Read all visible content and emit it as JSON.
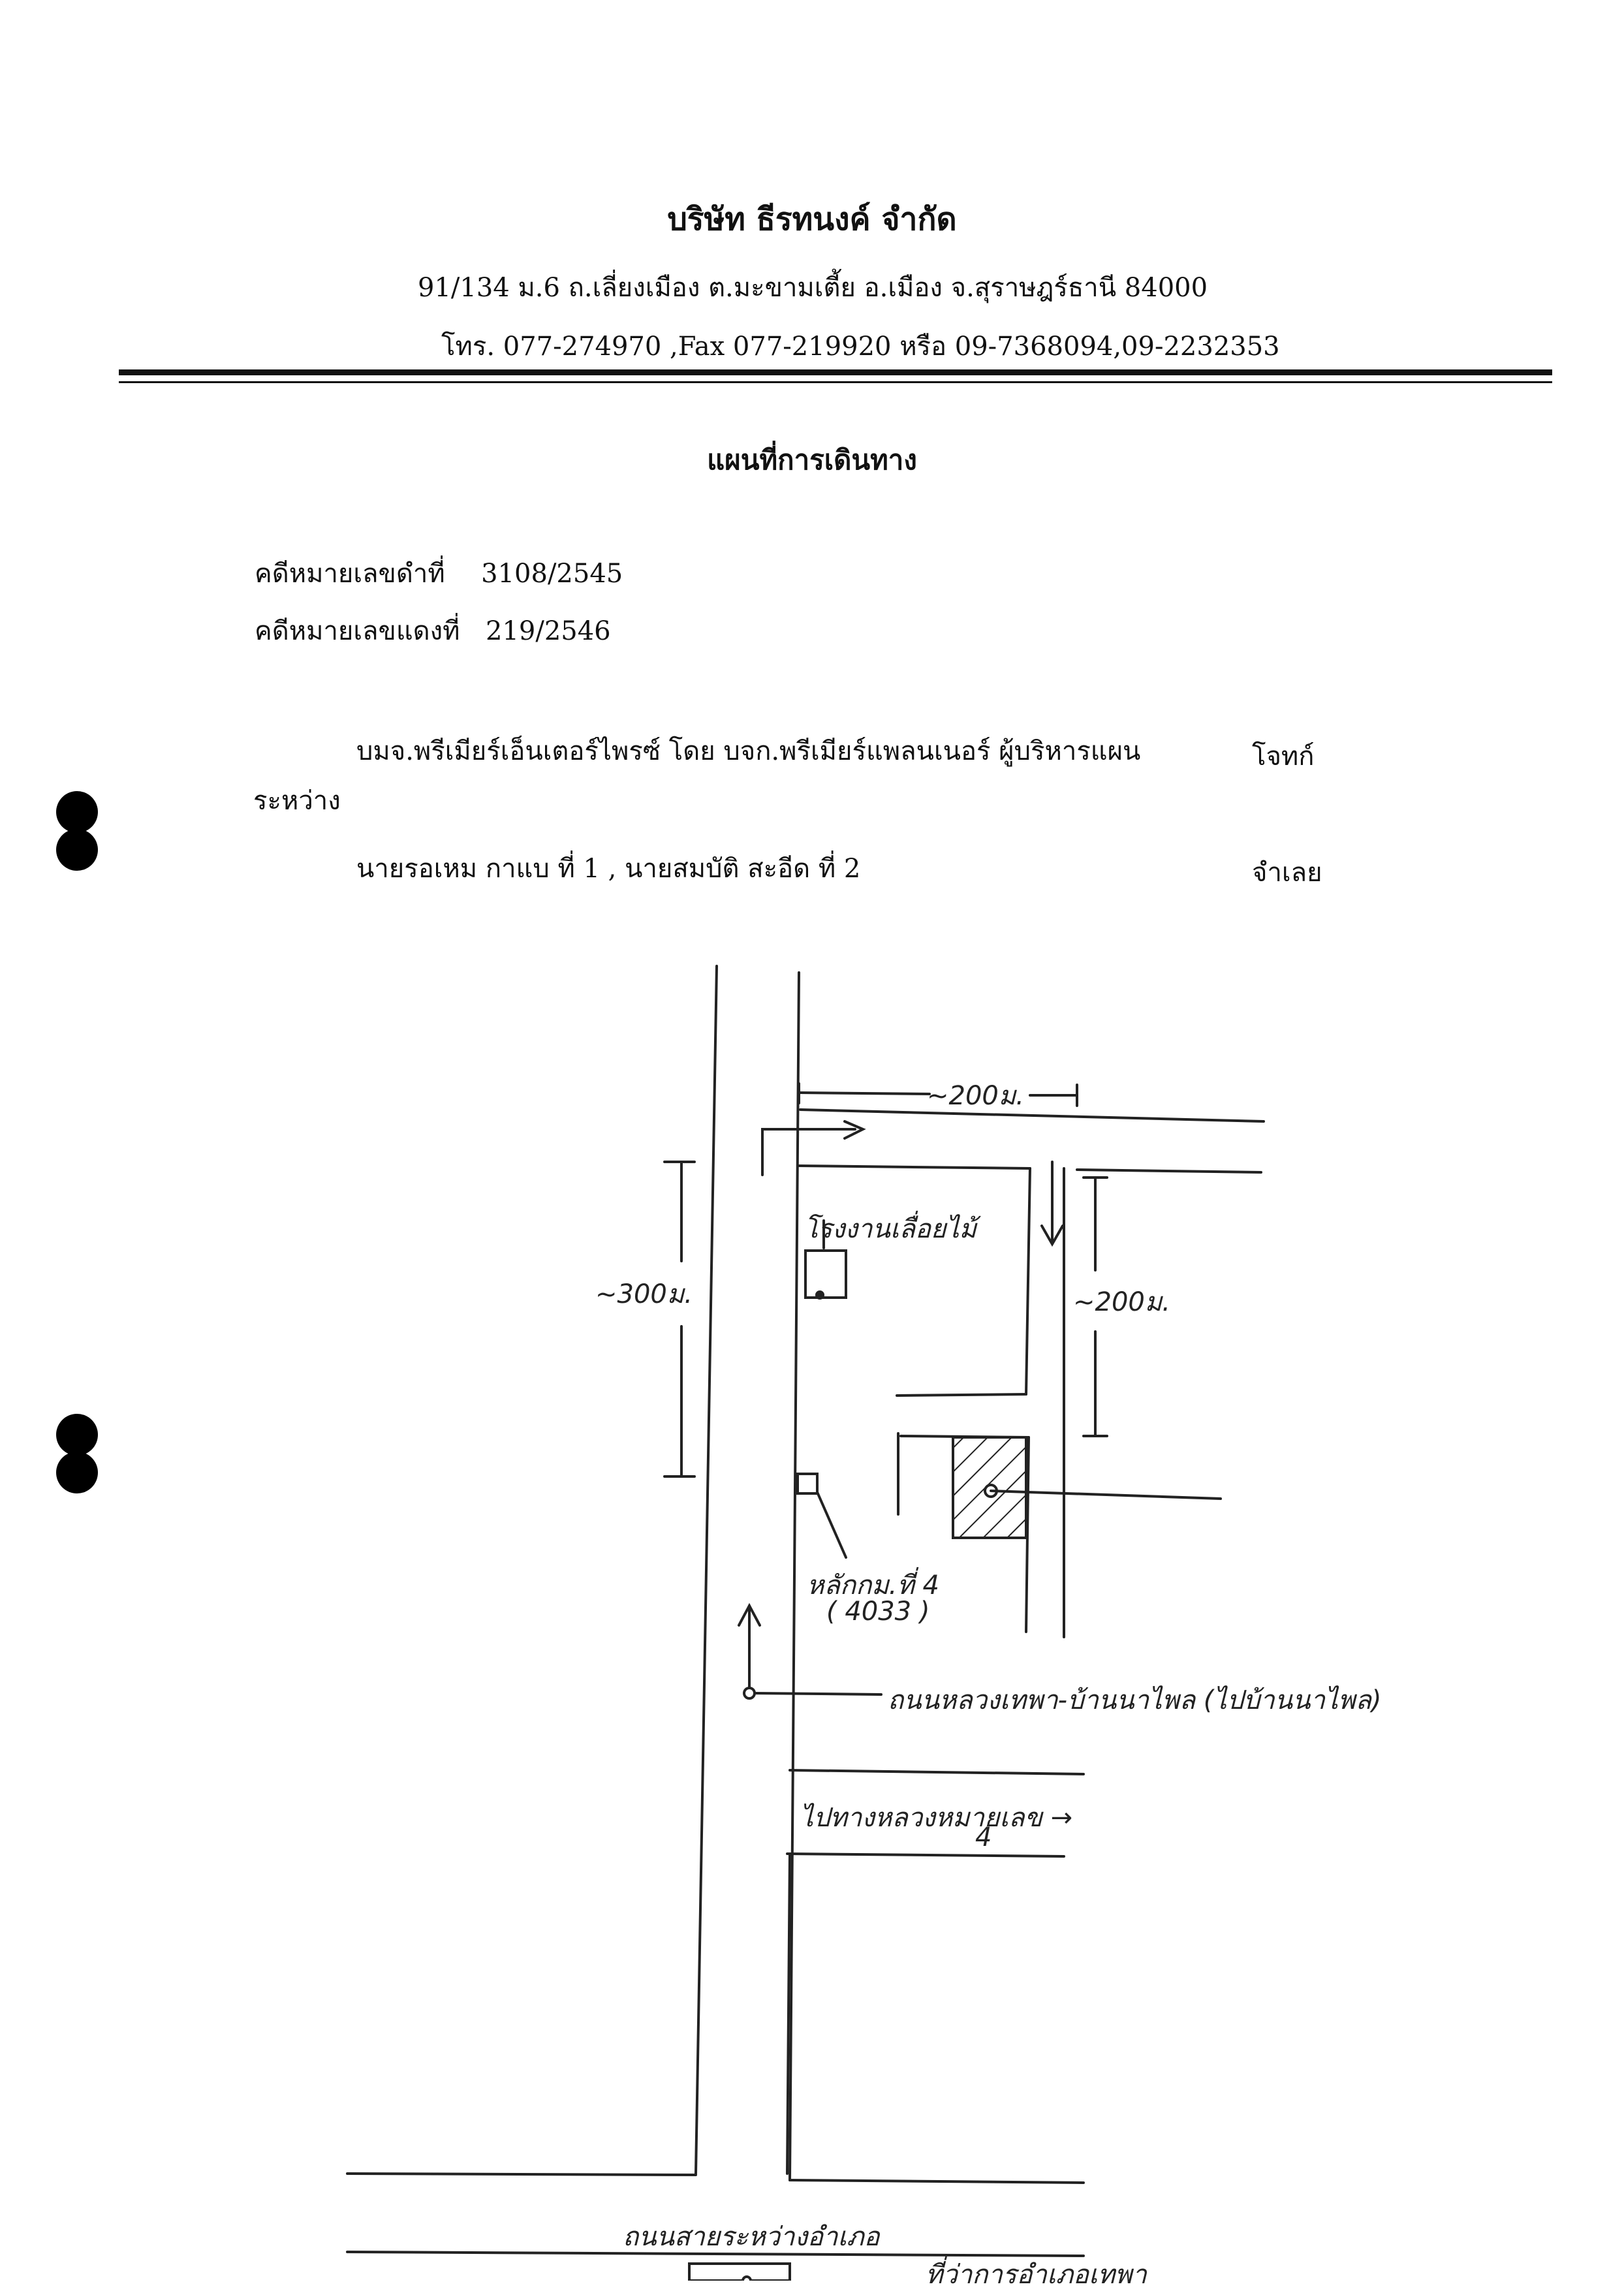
{
  "header": {
    "company_name": "บริษัท ธีรทนงค์ จำกัด",
    "address": "91/134 ม.6  ถ.เลี่ยงเมือง  ต.มะขามเตี้ย  อ.เมือง  จ.สุราษฎร์ธานี  84000",
    "phone": "โทร.  077-274970 ,Fax  077-219920 หรือ  09-7368094,09-2232353"
  },
  "document": {
    "title": "แผนที่การเดินทาง",
    "black_case_label": "คดีหมายเลขดำที่",
    "black_case_no": "3108/2545",
    "red_case_label": "คดีหมายเลขแดงที่",
    "red_case_no": "219/2546"
  },
  "parties": {
    "plaintiff": "บมจ.พรีเมียร์เอ็นเตอร์ไพรซ์ โดย บจก.พรีเมียร์แพลนเนอร์ ผู้บริหารแผน",
    "plaintiff_role": "โจทก์",
    "between": "ระหว่าง",
    "defendant": "นายรอเหม กาแบ ที่ 1 , นายสมบัติ สะอีด ที่ 2",
    "defendant_role": "จำเลย"
  },
  "map": {
    "dist_top": "~200ม.",
    "dist_left": "~300ม.",
    "dist_right": "~200ม.",
    "sawmill": "โรงงานเลื่อยไม้",
    "km_post": "หลักกม.ที่ 4",
    "km_post_no": "( 4033 )",
    "road_main": "ถนนหลวงเทพา-บ้านนาไพล (ไปบ้านนาไพล)",
    "road_to": "ไปทางหลวงหมายเลข",
    "road_no": "4",
    "road_bottom": "ถนนสายระหว่างอำเภอ",
    "district_office": "ที่ว่าการอำเภอเทพา"
  }
}
